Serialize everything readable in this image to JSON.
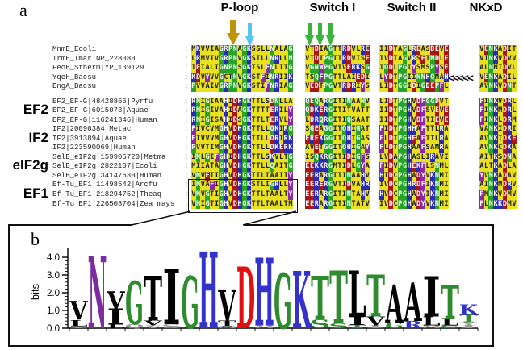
{
  "panel_a": {
    "label": "a",
    "region_headers": [
      {
        "label": "P-loop"
      },
      {
        "label": "Switch I"
      },
      {
        "label": "Switch II"
      },
      {
        "label": "NKxD"
      }
    ],
    "arrow_colors": {
      "ploop_major": "#c09408",
      "ploop_minor": "#58c4f0",
      "switch1": "#3cb43c"
    },
    "group_labels": [
      "EF2",
      "IF2",
      "eIF2g",
      "EF1"
    ],
    "separator": ":",
    "permuted_marker": "<<<<<",
    "rows": [
      {
        "name": "MnmE_Ecoli",
        "seqs": [
          "MKVVIAGRPNAGKSSLLNALAG",
          "VTDIAGTTRDVLRE",
          "IIDTAGLREASDEVE",
          "VENKADIT"
        ]
      },
      {
        "name": "TrmE_Tmar|NP_228080",
        "seqs": [
          "LRMVIVGRPNVGKSTLLNRLLN",
          "VTDIPGTTRDVISE",
          "IVDTAGVRSETNDLE",
          "VINKVDVV"
        ]
      },
      {
        "name": "FeoB_Stherm|YP_139129",
        "seqs": [
          "TEIALIGNPNSGKTSLFNLITG",
          "VGNWPGVTVERKSG",
          "IQDLPGIYSMSPYSE",
          "ALNMIDVL"
        ]
      },
      {
        "name": "YqeH_Bacsu",
        "seqs": [
          "KDVYVVGCTNVGKSTFINRIIK",
          "TSQFPGTTLAIEDI",
          "LYDTPGIINNHQMAH",
          "VENKADIL"
        ],
        "permuted": true
      },
      {
        "name": "EngA_Bacsu",
        "seqs": [
          "PVVAIVGRPNVGKSTIFNRIAG",
          "VEDTPGVTRDRIYS",
          "LIDTGGIDIGDEPFL",
          "AVNKVDNT"
        ]
      },
      {
        "name": "EF2_EF-G|48428866|Pyrfu",
        "seqs": [
          "RNIGIAAHIDHGKTTLSDNLLA",
          "QEQARGITINAANV",
          "LIDTPGHVDFGGDVT",
          "FINKVDRL"
        ]
      },
      {
        "name": "EF2_EF-G|6015073|Aquae",
        "seqs": [
          "RNIGIVAHIDAGKTTTTERILY",
          "QDKERGITITVATT",
          "IIDTPGHVDFSVEVE",
          "FINKMDRL"
        ]
      },
      {
        "name": "EF2_EF-G|116241346|Human",
        "seqs": [
          "RNIGISAHIDSGKTTLTERVLY",
          "LDRQRGITIQSAAT",
          "IIDTPGHVDFTIEVE",
          "FINKLDRM"
        ]
      },
      {
        "name": "IF2|20090384|Metac",
        "seqs": [
          "FIVCVMGHVDHGKTTLLQKIRG",
          "SGEAGGITQHIGAT",
          "FIDTPGHHAFTTLRA",
          "VANKIDRI"
        ]
      },
      {
        "name": "IF2|3913894|Aquae",
        "seqs": [
          "FIVVVMGHVDHGKTTLLDRIRK",
          "EREKGGITQHIGAS",
          "FLDTPGHEAFTTLRA",
          "AVNKIDKE"
        ]
      },
      {
        "name": "IF2|223590069|Human",
        "seqs": [
          "PVVTIMGHVDHGKTTLLDKERK",
          "AVETGGITQHIGAY",
          "FLDTPGHAAFSAMRA",
          "AVNKCDKA"
        ]
      },
      {
        "name": "SelB_eIF2g|159905720|Metma",
        "seqs": [
          "INLGIFGHIDHGKTTLSKVLTG",
          "ISQKRGITIDIGFS",
          "LVDAPGHASLIRAVI",
          "AITKSDNA"
        ]
      },
      {
        "name": "SelB_eIF2g|2822107|Ecoli",
        "seqs": [
          "MIIATAGHVDHGKTTLLQAITG",
          "EEKKRGMTIDLGYA",
          "FIDVPGHEKFLSNML",
          "ALTKADLA"
        ]
      },
      {
        "name": "SelB_eIF2g|34147630|Human",
        "seqs": [
          "VNVETIGHVDHGKTTLTAAITY",
          "EERARGITINAAHV",
          "HTDCPGHADYVKNMI",
          "YVNKADAV"
        ]
      },
      {
        "name": "Ef-Tu_EF1|11498542|Arcfu",
        "seqs": [
          "INVAFIGHVDHGKSTLIGRLLY",
          "EERERGVTIDVAHR",
          "IVDCPGHRDFIKNMI",
          "AINKMDRV"
        ]
      },
      {
        "name": "Ef-Tu_EF1|218294752|Theaq",
        "seqs": [
          "VNVGTIGHVDHGKTTLTAALTY",
          "EERARGITINTAHV",
          "HVDCPGHADYIKNMI",
          "FMNKVDMV"
        ]
      },
      {
        "name": "Ef-Tu_EF1|226508704|Zea_mays",
        "seqs": [
          "VNIGTIGHVDHGKTTLTAALTM",
          "EERARGITINTATV",
          "IVDCPGHADYVKNMI",
          "FLNKKDMV"
        ]
      }
    ],
    "residue_palette": {
      "green_bg": {
        "residues": "GNQP",
        "bg": "#27a327",
        "fg": "#ffffff"
      },
      "red_bg": {
        "residues": "DE",
        "bg": "#a81616",
        "fg": "#ffffff"
      },
      "blue_bg": {
        "residues": "KRH",
        "bg": "#2a2ab2",
        "fg": "#ffffff"
      },
      "purple_bg": {
        "residues": "FYW",
        "bg": "#8a28a8",
        "fg": "#ffffff"
      },
      "yellow_bg": {
        "residues": "ACILMSTV",
        "bg": "#e8e020",
        "fg": "#1a1a1a"
      }
    }
  },
  "panel_b": {
    "label": "b",
    "ylabel": "bits",
    "yticks": [
      "0.0",
      "1.0",
      "2.0",
      "3.0",
      "4.0"
    ],
    "consensus": "VNVGTIGHVDHGKTTLTAAITK"
  },
  "chart_data": {
    "type": "sequence_logo",
    "title": "",
    "ylabel": "bits",
    "ylim": [
      0,
      4.3
    ],
    "n_positions": 22,
    "columns": [
      [
        {
          "c": "I",
          "color": "#999999",
          "h": 0.12
        },
        {
          "c": "L",
          "color": "#000000",
          "h": 0.35
        },
        {
          "c": "V",
          "color": "#000000",
          "h": 1.05
        }
      ],
      [
        {
          "c": "N",
          "color": "#7d2ca0",
          "h": 4.0
        }
      ],
      [
        {
          "c": "L",
          "color": "#000000",
          "h": 0.2
        },
        {
          "c": "I",
          "color": "#000000",
          "h": 0.9
        },
        {
          "c": "V",
          "color": "#000000",
          "h": 1.0
        }
      ],
      [
        {
          "c": "Q",
          "color": "#999999",
          "h": 0.22
        },
        {
          "c": "G",
          "color": "#2e8b2e",
          "h": 2.4
        }
      ],
      [
        {
          "c": "Y",
          "color": "#999999",
          "h": 0.15
        },
        {
          "c": "V",
          "color": "#000000",
          "h": 0.28
        },
        {
          "c": "T",
          "color": "#000000",
          "h": 2.5
        }
      ],
      [
        {
          "c": "S",
          "color": "#999999",
          "h": 0.22
        },
        {
          "c": "I",
          "color": "#000000",
          "h": 3.1
        }
      ],
      [
        {
          "c": "G",
          "color": "#2e8b2e",
          "h": 2.9
        }
      ],
      [
        {
          "c": "H",
          "color": "#3333cc",
          "h": 4.3
        }
      ],
      [
        {
          "c": "M",
          "color": "#999999",
          "h": 0.12
        },
        {
          "c": "T",
          "color": "#000000",
          "h": 0.3
        },
        {
          "c": "V",
          "color": "#000000",
          "h": 1.75
        }
      ],
      [
        {
          "c": "D",
          "color": "#e01010",
          "h": 3.45
        }
      ],
      [
        {
          "c": "M",
          "color": "#999999",
          "h": 0.15
        },
        {
          "c": "H",
          "color": "#3333cc",
          "h": 3.8
        }
      ],
      [
        {
          "c": "G",
          "color": "#2e8b2e",
          "h": 3.1
        }
      ],
      [
        {
          "c": "K",
          "color": "#3333cc",
          "h": 3.2
        }
      ],
      [
        {
          "c": "S",
          "color": "#2e8b2e",
          "h": 0.5
        },
        {
          "c": "T",
          "color": "#2e8b2e",
          "h": 2.45
        }
      ],
      [
        {
          "c": "S",
          "color": "#2e8b2e",
          "h": 0.28
        },
        {
          "c": "T",
          "color": "#2e8b2e",
          "h": 2.95
        }
      ],
      [
        {
          "c": "T",
          "color": "#2e8b2e",
          "h": 0.18
        },
        {
          "c": "I",
          "color": "#000000",
          "h": 0.45
        },
        {
          "c": "L",
          "color": "#000000",
          "h": 2.6
        }
      ],
      [
        {
          "c": "I",
          "color": "#999999",
          "h": 0.15
        },
        {
          "c": "V",
          "color": "#000000",
          "h": 0.5
        },
        {
          "c": "T",
          "color": "#2e8b2e",
          "h": 2.35
        }
      ],
      [
        {
          "c": "G",
          "color": "#2e8b2e",
          "h": 0.3
        },
        {
          "c": "A",
          "color": "#000000",
          "h": 2.15
        }
      ],
      [
        {
          "c": "R",
          "color": "#3333cc",
          "h": 0.4
        },
        {
          "c": "A",
          "color": "#000000",
          "h": 2.15
        }
      ],
      [
        {
          "c": "M",
          "color": "#999999",
          "h": 0.15
        },
        {
          "c": "L",
          "color": "#000000",
          "h": 0.5
        },
        {
          "c": "I",
          "color": "#000000",
          "h": 2.25
        }
      ],
      [
        {
          "c": "S",
          "color": "#2e8b2e",
          "h": 0.15
        },
        {
          "c": "L",
          "color": "#000000",
          "h": 0.4
        },
        {
          "c": "T",
          "color": "#2e8b2e",
          "h": 1.85
        }
      ],
      [
        {
          "c": "I",
          "color": "#999999",
          "h": 0.15
        },
        {
          "c": "Y",
          "color": "#999999",
          "h": 0.18
        },
        {
          "c": "T",
          "color": "#2e8b2e",
          "h": 0.45
        },
        {
          "c": "K",
          "color": "#3333cc",
          "h": 0.55
        }
      ]
    ]
  }
}
